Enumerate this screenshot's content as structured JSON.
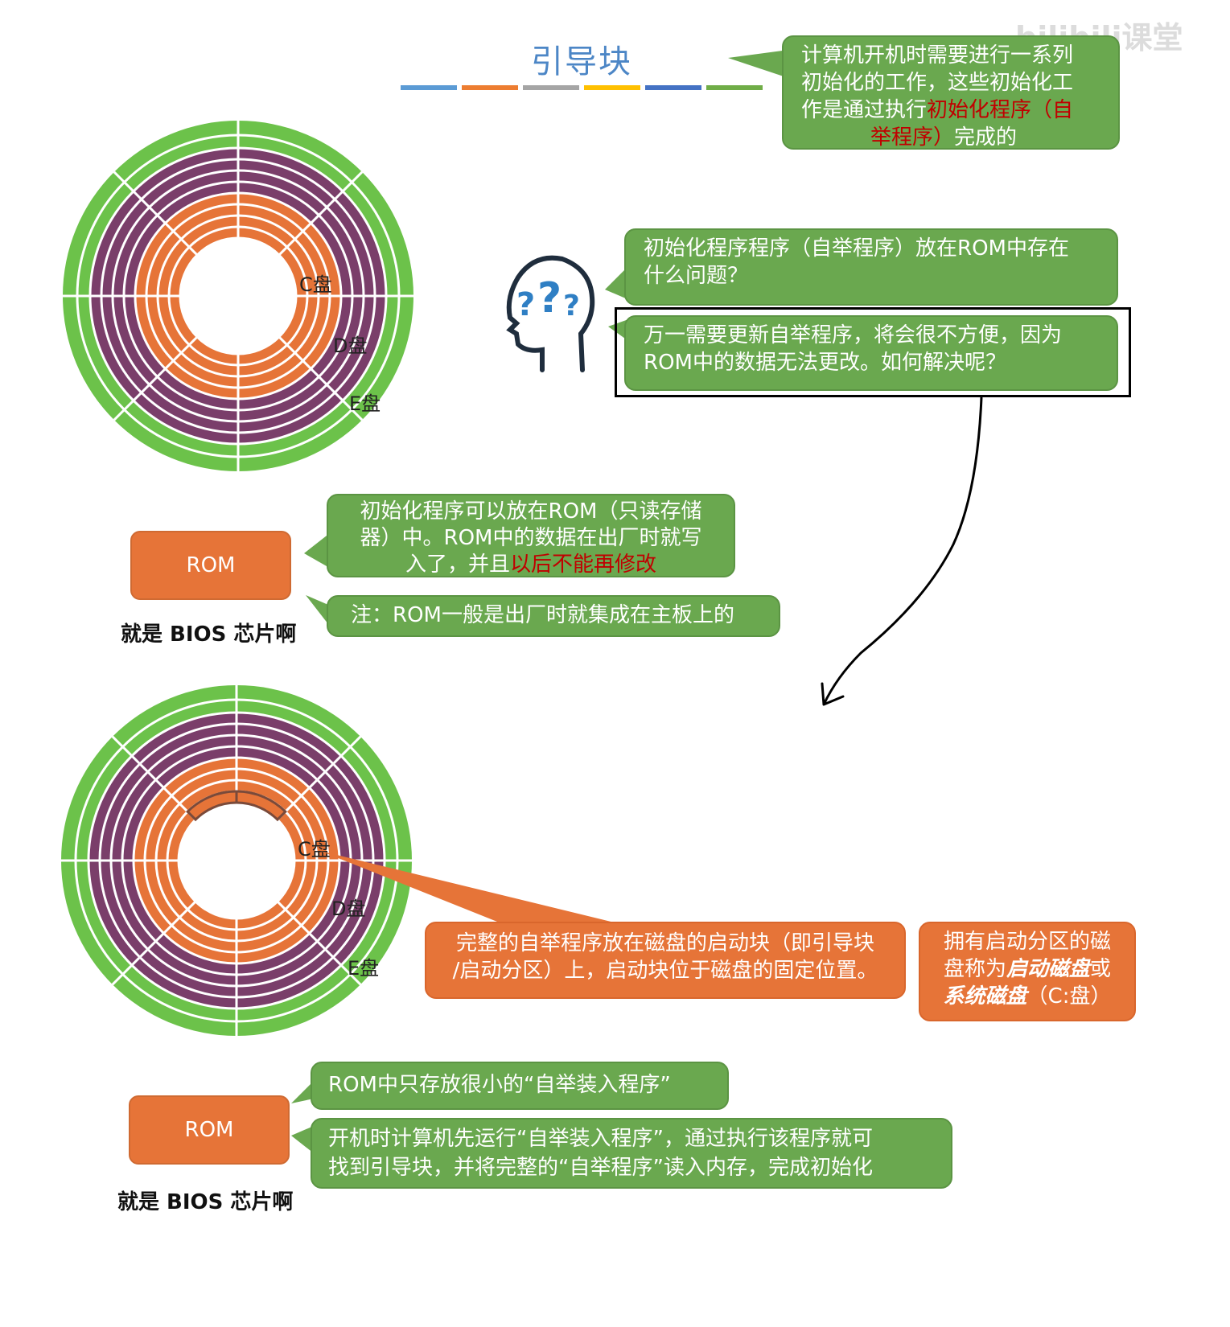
{
  "title": "引导块",
  "title_bar_colors": [
    "#5b9bd5",
    "#ed7d31",
    "#a5a5a5",
    "#ffc000",
    "#4472c4",
    "#70ad47"
  ],
  "watermark": "bilibili课堂",
  "bubble_top": {
    "line1": "计算机开机时需要进行一系列",
    "line2": "初始化的工作，这些初始化工",
    "line3_prefix": "作是通过执行",
    "line3_red": "初始化程序（自",
    "line4_red": "举程序）",
    "line4_suffix": "完成的"
  },
  "question_bubble": {
    "line1": "初始化程序程序（自举程序）放在ROM中存在",
    "line2": "什么问题？"
  },
  "answer_bubble": {
    "line1": "万一需要更新自举程序，将会很不方便，因为",
    "line2": "ROM中的数据无法更改。如何解决呢？"
  },
  "disk_labels": {
    "c": "C盘",
    "d": "D盘",
    "e": "E盘"
  },
  "rom_section_1": {
    "rom_label": "ROM",
    "caption": "就是 BIOS 芯片啊",
    "bubble_line1": "初始化程序可以放在ROM（只读存储",
    "bubble_line2": "器）中。ROM中的数据在出厂时就写",
    "bubble_line3_prefix": "入了，并且",
    "bubble_line3_red": "以后不能再修改",
    "note": "注：ROM一般是出厂时就集成在主板上的"
  },
  "boot_block_bubble": {
    "line1": "完整的自举程序放在磁盘的启动块（即引导块",
    "line2": "/启动分区）上，启动块位于磁盘的固定位置。"
  },
  "boot_disk_bubble": {
    "line1": "拥有启动分区的磁",
    "line2_prefix": "盘称为",
    "line2_em": "启动磁盘",
    "line2_suffix": "或",
    "line3_em": "系统磁盘",
    "line3_suffix": "（C:盘）"
  },
  "rom_section_2": {
    "rom_label": "ROM",
    "caption": "就是 BIOS 芯片啊",
    "bubble1": "ROM中只存放很小的“自举装入程序”",
    "bubble2_line1": "开机时计算机先运行“自举装入程序”，通过执行该程序就可",
    "bubble2_line2": "找到引导块，并将完整的“自举程序”读入内存，完成初始化"
  },
  "colors": {
    "green": "#6aa84f",
    "disk_green": "#6cc24a",
    "disk_purple": "#7a3e6a",
    "disk_orange": "#e67438",
    "red_text": "#c00000",
    "title_blue": "#4c86c6"
  },
  "icons": [
    "head-question-icon",
    "arrow-icon"
  ]
}
